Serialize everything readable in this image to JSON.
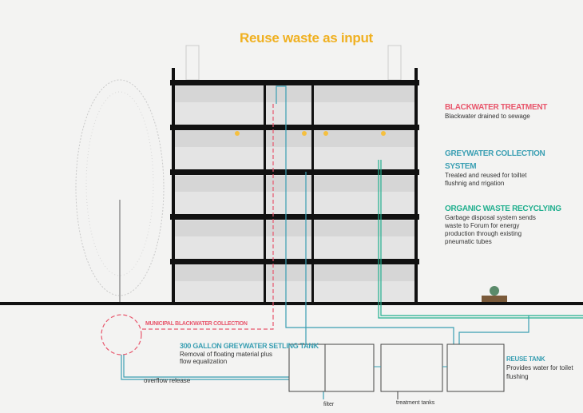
{
  "title": "Reuse waste as input",
  "colors": {
    "title": "#f0b020",
    "blackwater": "#e8566c",
    "greywater": "#3a9fb3",
    "organic": "#22b08f",
    "structure": "#111111"
  },
  "legend": [
    {
      "heading": "BLACKWATER TREATMENT",
      "lines": [
        "Blackwater drained to sewage"
      ]
    },
    {
      "heading_lines": [
        "GREYWATER COLLECTION",
        "SYSTEM"
      ],
      "lines": [
        "Treated and reused for toiltet",
        "flushnig and rrigation"
      ]
    },
    {
      "heading": "ORGANIC WASTE RECYCLYING",
      "lines": [
        "Garbage disposal system sends",
        "waste to Forum for energy",
        "production through existing",
        "pneumatic tubes"
      ]
    }
  ],
  "labels": {
    "municipal": "MUNICIPAL BLACKWATER COLLECTION",
    "settling_heading": "300 GALLON GREYWATER SETLING TANK",
    "settling_lines": [
      "Removal of floating material plus",
      "flow equalization"
    ],
    "overflow": "overflow release",
    "filter": "filter",
    "treatment": "treatment tanks",
    "reuse_heading": "REUSE TANK",
    "reuse_lines": [
      "Provides water for toilet",
      "flushing"
    ]
  }
}
